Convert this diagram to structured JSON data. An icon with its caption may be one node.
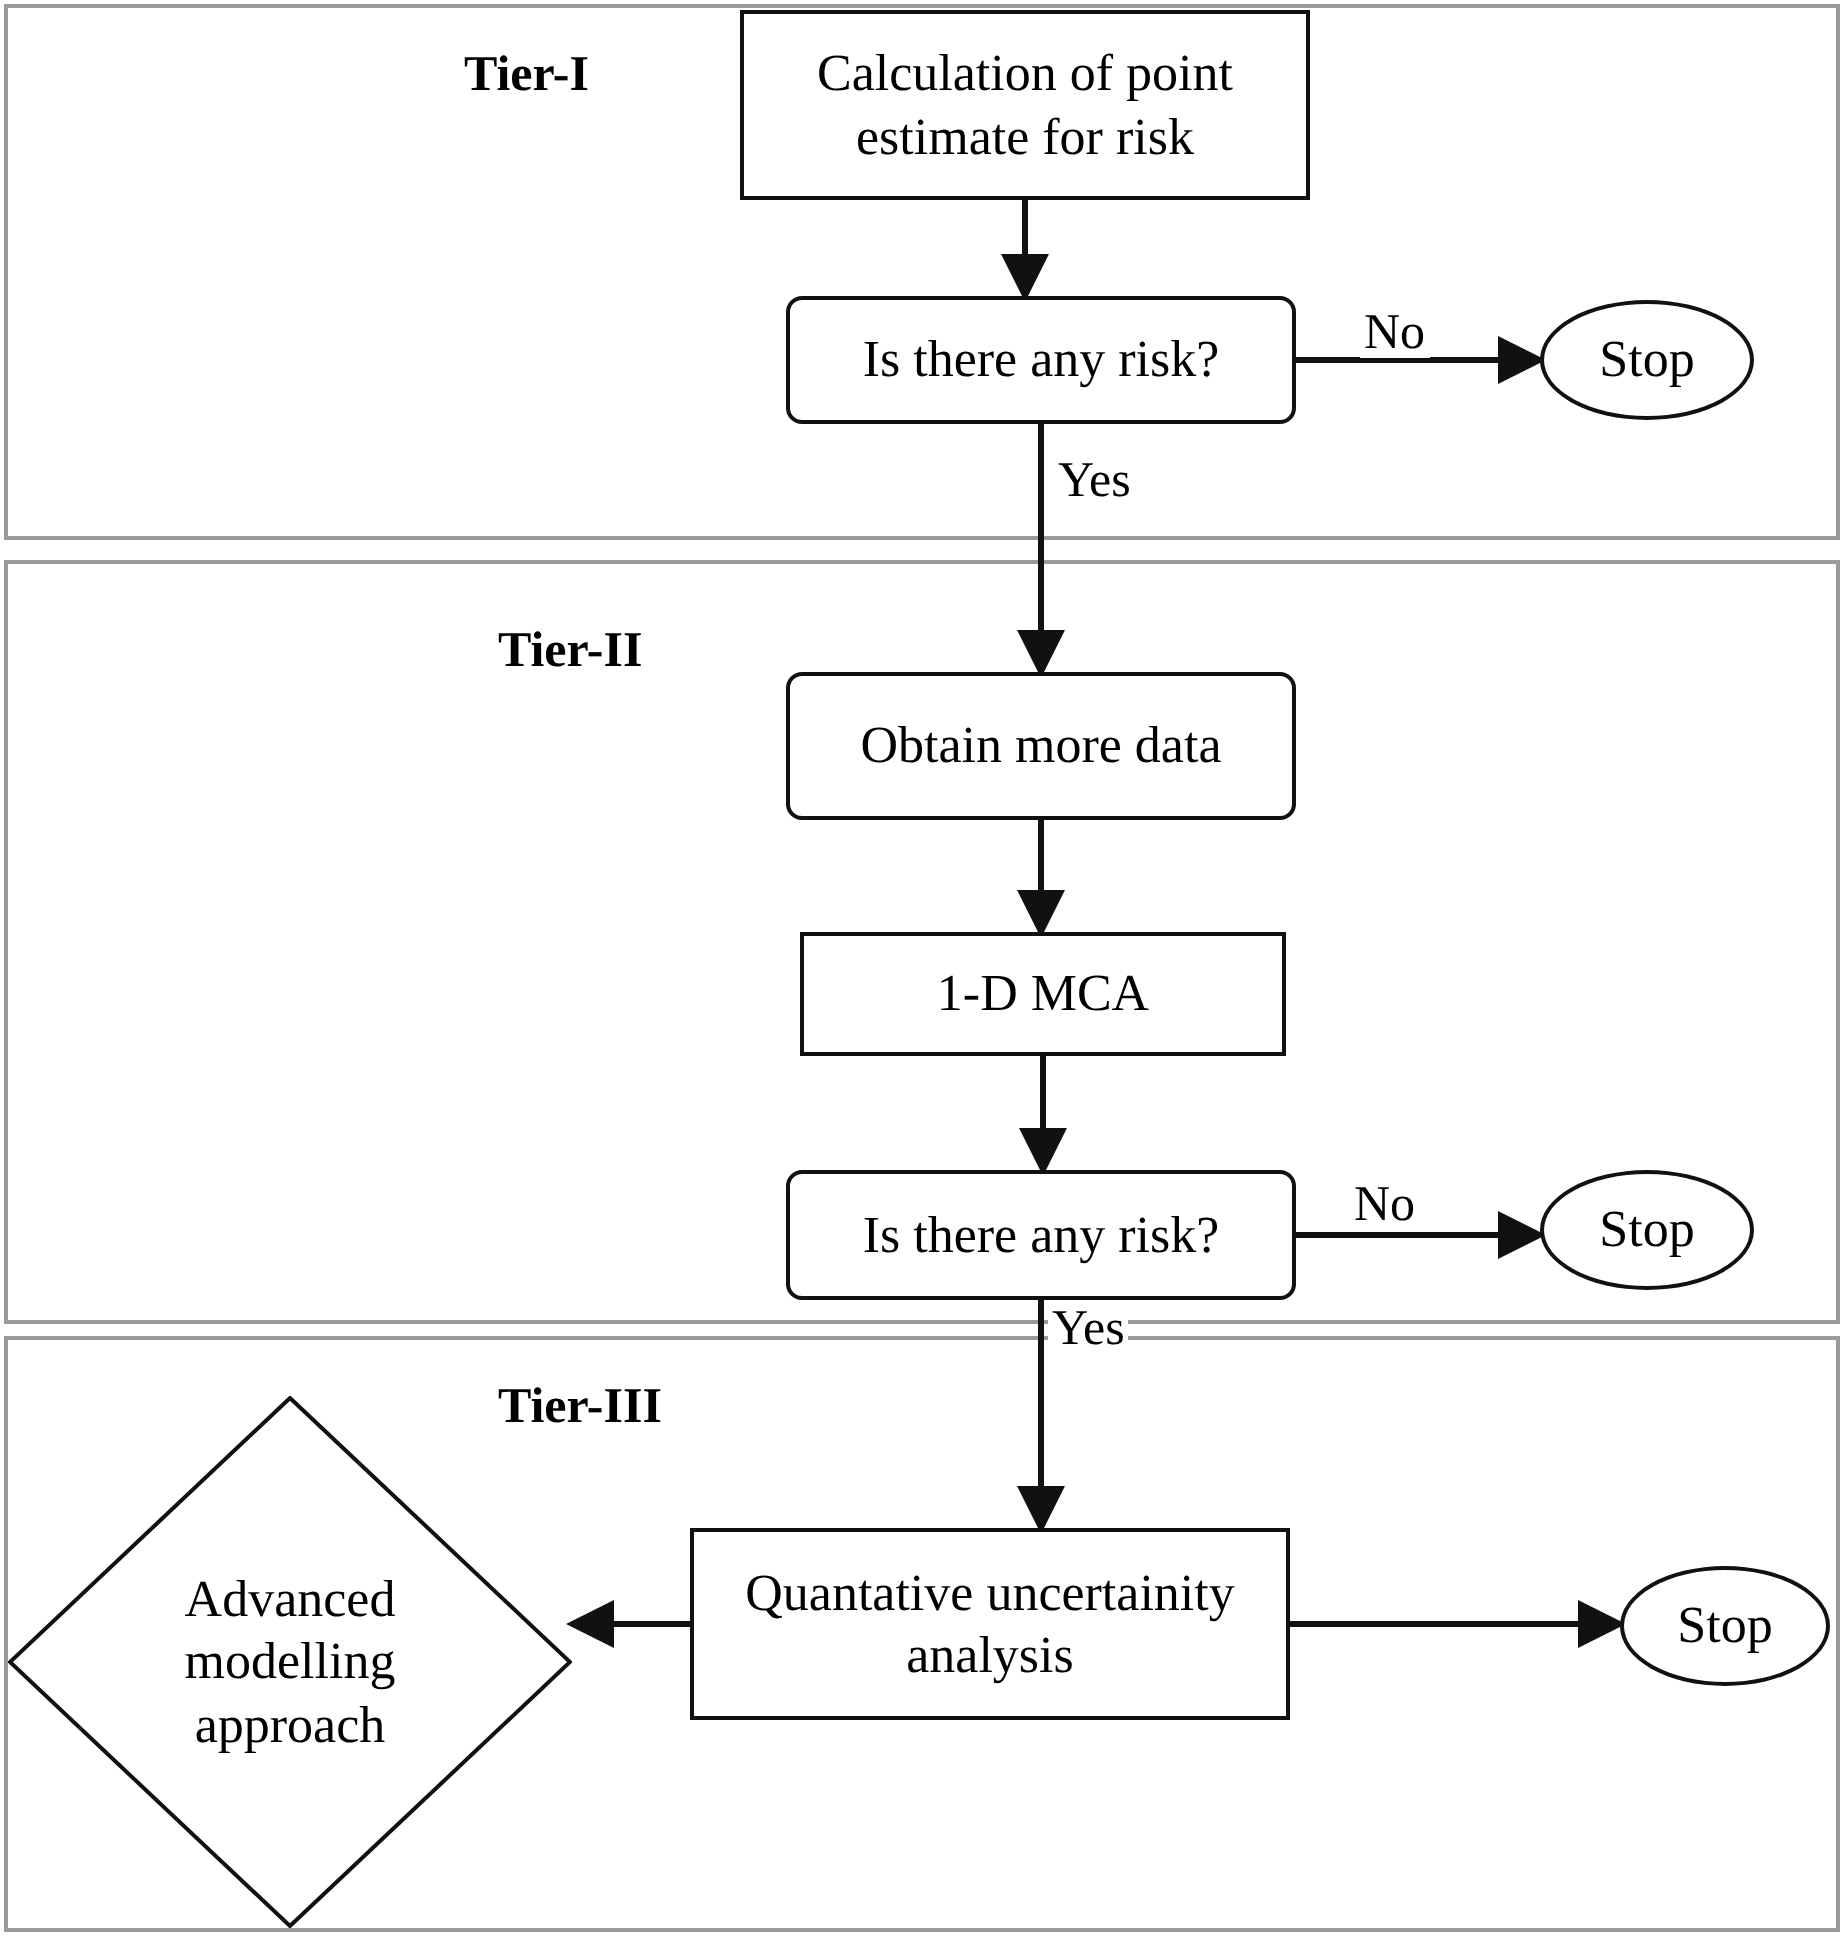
{
  "diagram": {
    "nodes": [
      {
        "text": [
          "Tier-I"
        ]
      },
      {
        "text": [
          "Calculation of point estimate for risk"
        ],
        "in": 0
      },
      {
        "text": [
          "Is there any risk?"
        ],
        "in": 0
      },
      {
        "text": [
          "Stop"
        ],
        "in": 0
      },
      {
        "text": [
          "Tier-II"
        ]
      },
      {
        "text": [
          "Obtain more data"
        ],
        "in": 4
      },
      {
        "text": [
          "1-D MCA"
        ],
        "in": 4
      },
      {
        "text": [
          "Is there any risk?"
        ],
        "in": 4
      },
      {
        "text": [
          "Stop"
        ],
        "in": 4
      },
      {
        "text": [
          "Tier-III"
        ]
      },
      {
        "text": [
          "Advanced modelling approach"
        ],
        "in": 9
      },
      {
        "text": [
          "Quantative uncertainity analysis"
        ],
        "in": 9
      },
      {
        "text": [
          "Stop"
        ],
        "in": 9
      }
    ],
    "edges": [
      {
        "from": 1,
        "to": 2,
        "arrow": "to"
      },
      {
        "from": 2,
        "to": 3,
        "arrow": "to",
        "label": "No"
      },
      {
        "from": 2,
        "to": 5,
        "arrow": "to",
        "label": "Yes"
      },
      {
        "from": 5,
        "to": 6,
        "arrow": "to"
      },
      {
        "from": 6,
        "to": 7,
        "arrow": "to"
      },
      {
        "from": 7,
        "to": 8,
        "arrow": "to",
        "label": "No"
      },
      {
        "from": 7,
        "to": 11,
        "arrow": "to",
        "label": "Yes"
      },
      {
        "from": 11,
        "to": 10,
        "arrow": "to"
      },
      {
        "from": 11,
        "to": 12,
        "arrow": "to"
      }
    ]
  }
}
